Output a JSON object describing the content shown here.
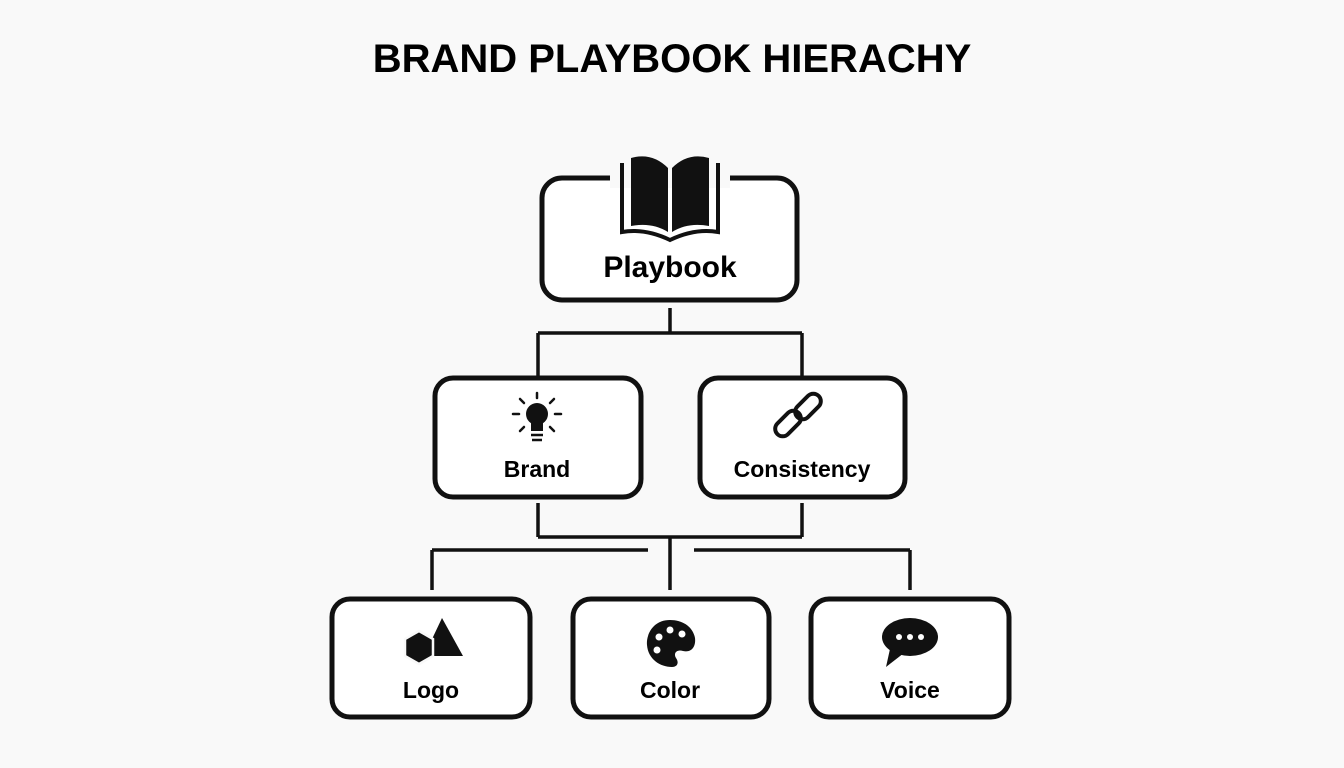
{
  "title": "BRAND PLAYBOOK HIERACHY",
  "colors": {
    "background": "#f9f9f9",
    "ink": "#111111",
    "box_fill": "#ffffff"
  },
  "nodes": {
    "root": {
      "label": "Playbook",
      "icon": "open-book-icon"
    },
    "brand": {
      "label": "Brand",
      "icon": "lightbulb-icon"
    },
    "consistency": {
      "label": "Consistency",
      "icon": "chain-link-icon"
    },
    "logo": {
      "label": "Logo",
      "icon": "shapes-icon"
    },
    "color": {
      "label": "Color",
      "icon": "palette-icon"
    },
    "voice": {
      "label": "Voice",
      "icon": "speech-bubble-icon"
    }
  },
  "edges": [
    [
      "root",
      "brand"
    ],
    [
      "root",
      "consistency"
    ],
    [
      "brand",
      "logo"
    ],
    [
      "brand",
      "color"
    ],
    [
      "brand",
      "voice"
    ],
    [
      "consistency",
      "logo"
    ],
    [
      "consistency",
      "color"
    ],
    [
      "consistency",
      "voice"
    ]
  ]
}
